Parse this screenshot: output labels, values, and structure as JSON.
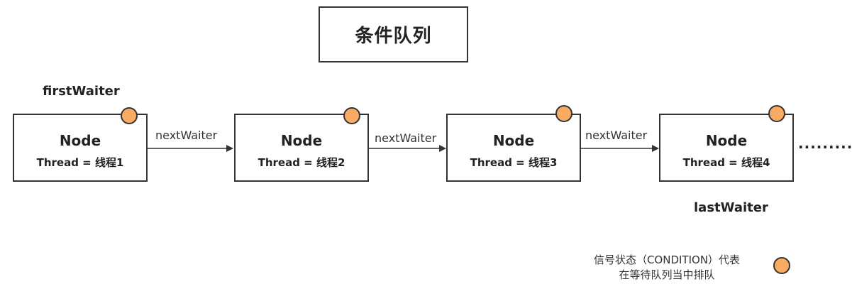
{
  "title": "条件队列",
  "first_waiter_label": "firstWaiter",
  "last_waiter_label": "lastWaiter",
  "nodes": [
    {
      "label": "Node",
      "thread": "Thread = 线程1"
    },
    {
      "label": "Node",
      "thread": "Thread = 线程2"
    },
    {
      "label": "Node",
      "thread": "Thread = 线程3"
    },
    {
      "label": "Node",
      "thread": "Thread = 线程4"
    }
  ],
  "edges": [
    {
      "label": "nextWaiter"
    },
    {
      "label": "nextWaiter"
    },
    {
      "label": "nextWaiter"
    }
  ],
  "ellipsis": "..........",
  "legend": {
    "line1": "信号状态（CONDITION）代表",
    "line2": "在等待队列当中排队"
  },
  "colors": {
    "condition_dot": "#f9ab63",
    "stroke": "#333333"
  }
}
